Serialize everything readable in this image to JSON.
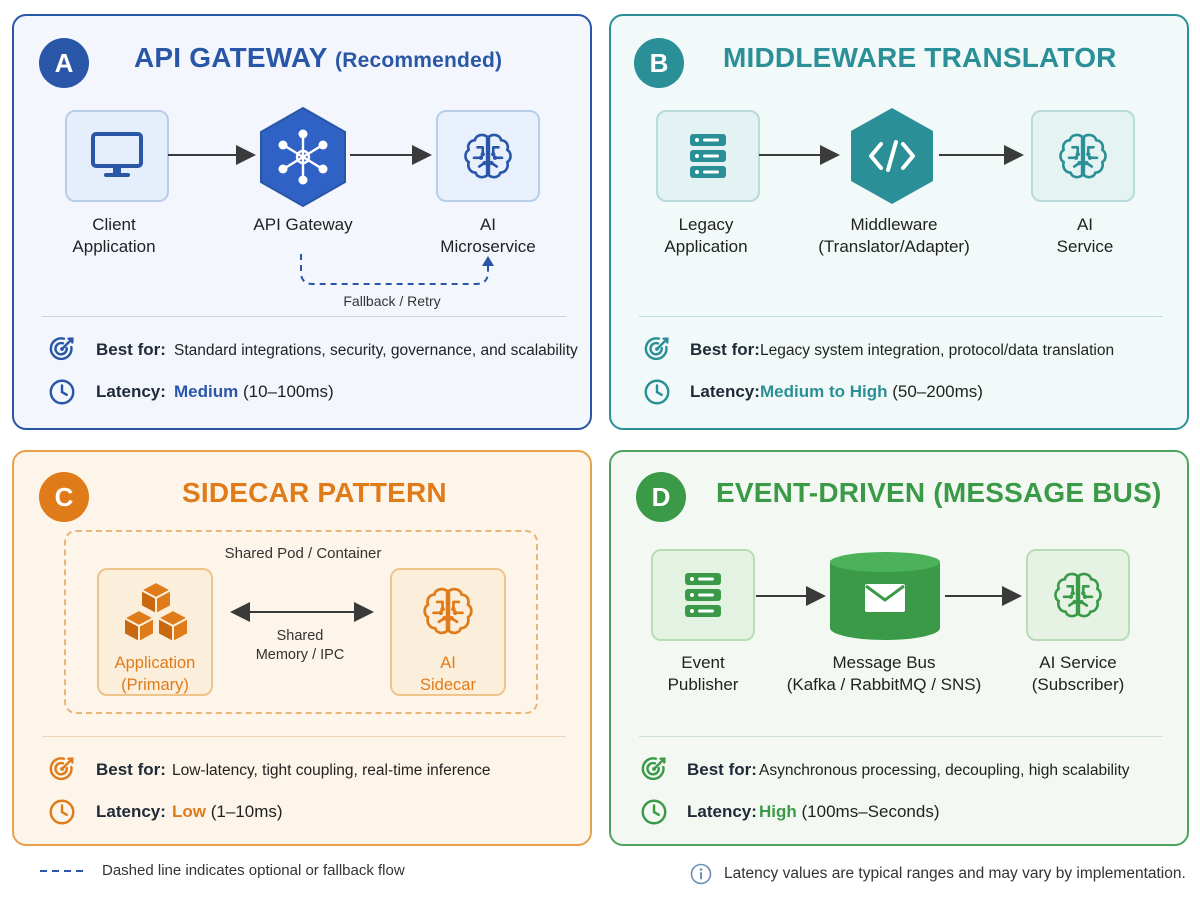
{
  "colors": {
    "a_accent": "#2a56a8",
    "b_accent": "#2a8f96",
    "c_accent": "#e07b1a",
    "d_accent": "#3a9a48"
  },
  "panel_a": {
    "badge": "A",
    "title": "API GATEWAY",
    "title_suffix": "(Recommended)",
    "nodes": [
      {
        "icon": "monitor-icon",
        "label": [
          "Client",
          "Application"
        ]
      },
      {
        "icon": "network-hub-icon",
        "label": [
          "API Gateway"
        ]
      },
      {
        "icon": "brain-icon",
        "label": [
          "AI",
          "Microservice"
        ]
      }
    ],
    "fallback_label": "Fallback / Retry",
    "best_for_key": "Best for:",
    "best_for_value": "Standard integrations, security, governance, and scalability",
    "latency_key": "Latency:",
    "latency_level": "Medium",
    "latency_range": "(10–100ms)"
  },
  "panel_b": {
    "badge": "B",
    "title": "MIDDLEWARE TRANSLATOR",
    "nodes": [
      {
        "icon": "server-stack-icon",
        "label": [
          "Legacy",
          "Application"
        ]
      },
      {
        "icon": "code-icon",
        "label": [
          "Middleware",
          "(Translator/Adapter)"
        ]
      },
      {
        "icon": "brain-icon",
        "label": [
          "AI",
          "Service"
        ]
      }
    ],
    "best_for_key": "Best for:",
    "best_for_value": "Legacy system integration, protocol/data translation",
    "latency_key": "Latency:",
    "latency_level": "Medium to High",
    "latency_range": "(50–200ms)"
  },
  "panel_c": {
    "badge": "C",
    "title": "SIDECAR PATTERN",
    "pod_label": "Shared Pod / Container",
    "nodes": [
      {
        "icon": "cubes-icon",
        "label": [
          "Application",
          "(Primary)"
        ]
      },
      {
        "icon": "brain-icon",
        "label": [
          "AI",
          "Sidecar"
        ]
      }
    ],
    "link_label": [
      "Shared",
      "Memory / IPC"
    ],
    "best_for_key": "Best for:",
    "best_for_value": "Low-latency, tight coupling, real-time inference",
    "latency_key": "Latency:",
    "latency_level": "Low",
    "latency_range": "(1–10ms)"
  },
  "panel_d": {
    "badge": "D",
    "title": "EVENT-DRIVEN (MESSAGE BUS)",
    "nodes": [
      {
        "icon": "server-stack-icon",
        "label": [
          "Event",
          "Publisher"
        ]
      },
      {
        "icon": "envelope-icon",
        "label": [
          "Message Bus",
          "(Kafka / RabbitMQ / SNS)"
        ]
      },
      {
        "icon": "brain-icon",
        "label": [
          "AI Service",
          "(Subscriber)"
        ]
      }
    ],
    "best_for_key": "Best for:",
    "best_for_value": "Asynchronous processing, decoupling, high scalability",
    "latency_key": "Latency:",
    "latency_level": "High",
    "latency_range": "(100ms–Seconds)"
  },
  "footer": {
    "legend_text": "Dashed line indicates optional or fallback flow",
    "note_text": "Latency values are typical ranges and may vary by implementation."
  }
}
